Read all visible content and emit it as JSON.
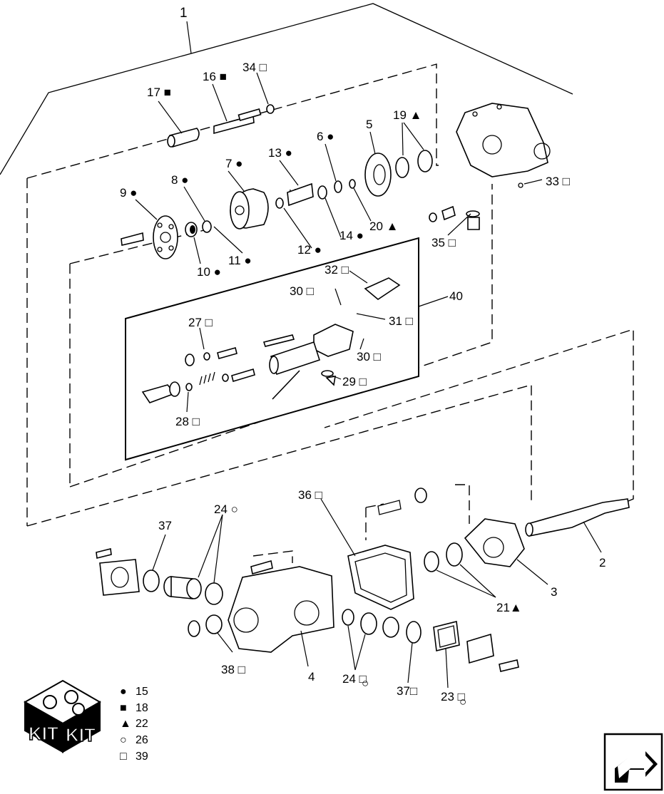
{
  "diagram": {
    "callouts": {
      "c1": "1",
      "c2": "2",
      "c3": "3",
      "c4": "4",
      "c5": "5",
      "c6": "6 ●",
      "c7": "7 ●",
      "c8": "8 ●",
      "c9": "9 ●",
      "c10": "10 ●",
      "c11": "11 ●",
      "c12": "12 ●",
      "c13": "13 ●",
      "c14": "14 ●",
      "c16": "16 ■",
      "c17": "17 ■",
      "c19": "19 ▲",
      "c20": "20 ▲",
      "c21": "21▲",
      "c23": "23 □",
      "c23b": "○",
      "c24a": "24 ○",
      "c24b": "24 □",
      "c24c": "○",
      "c27": "27 □",
      "c28": "28 □",
      "c29": "29 □",
      "c30a": "30 □",
      "c30b": "30 □",
      "c31": "31 □",
      "c32": "32 □",
      "c33": "33 □",
      "c34": "34 □",
      "c35": "35 □",
      "c36": "36 □",
      "c37a": "37",
      "c37b": "37□",
      "c38": "38 □",
      "c40": "40"
    },
    "legend": [
      {
        "symbol": "●",
        "number": "15"
      },
      {
        "symbol": "■",
        "number": "18"
      },
      {
        "symbol": "▲",
        "number": "22"
      },
      {
        "symbol": "○",
        "number": "26"
      },
      {
        "symbol": "□",
        "number": "39"
      }
    ],
    "kit_label_left": "KIT",
    "kit_label_right": "KIT"
  },
  "navigation": {
    "icon": "next-page-arrow-icon"
  }
}
